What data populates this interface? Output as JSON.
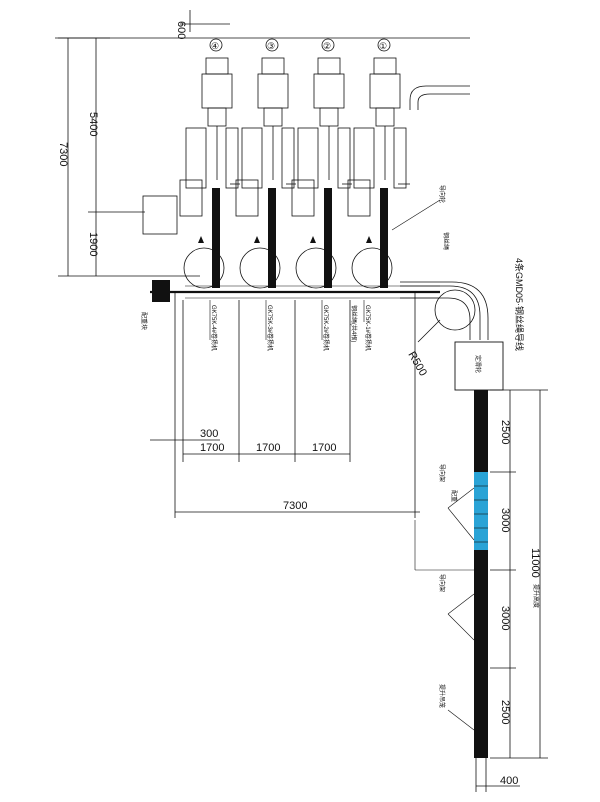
{
  "dimensions": {
    "top_600": "600",
    "left_7300": "7300",
    "left_5400": "5400",
    "left_1900": "1900",
    "h_300": "300",
    "h_1700_a": "1700",
    "h_1700_b": "1700",
    "h_1700_c": "1700",
    "h_7300": "7300",
    "right_2500_top": "2500",
    "right_3000_a": "3000",
    "right_3000_b": "3000",
    "right_2500_bottom": "2500",
    "right_11000": "11000",
    "bottom_400": "400",
    "bend_radius": "R500"
  },
  "station_numbers": [
    "④",
    "③",
    "②",
    "①"
  ],
  "labels": {
    "cable_note": "4条GMD05·钢丝绳导线",
    "guide_label": "导向轮",
    "station_4": "GK75K-4#卷扬机",
    "station_3": "GK75K-3#卷扬机",
    "station_2": "GK75K-2#卷扬机",
    "station_1": "GK75K-1#卷扬机",
    "rope_note": "钢丝绳(共4根)",
    "box_right": "定滑轮",
    "counterweight": "配重",
    "left_block": "配重块",
    "mid_label_a": "导向架",
    "mid_label_b": "导向架",
    "bottom_label": "提升吊笼",
    "right_11000_note": "提升高度",
    "rope_small": "钢丝绳"
  },
  "colors": {
    "line": "#111111",
    "highlight": "#29a3d6"
  }
}
